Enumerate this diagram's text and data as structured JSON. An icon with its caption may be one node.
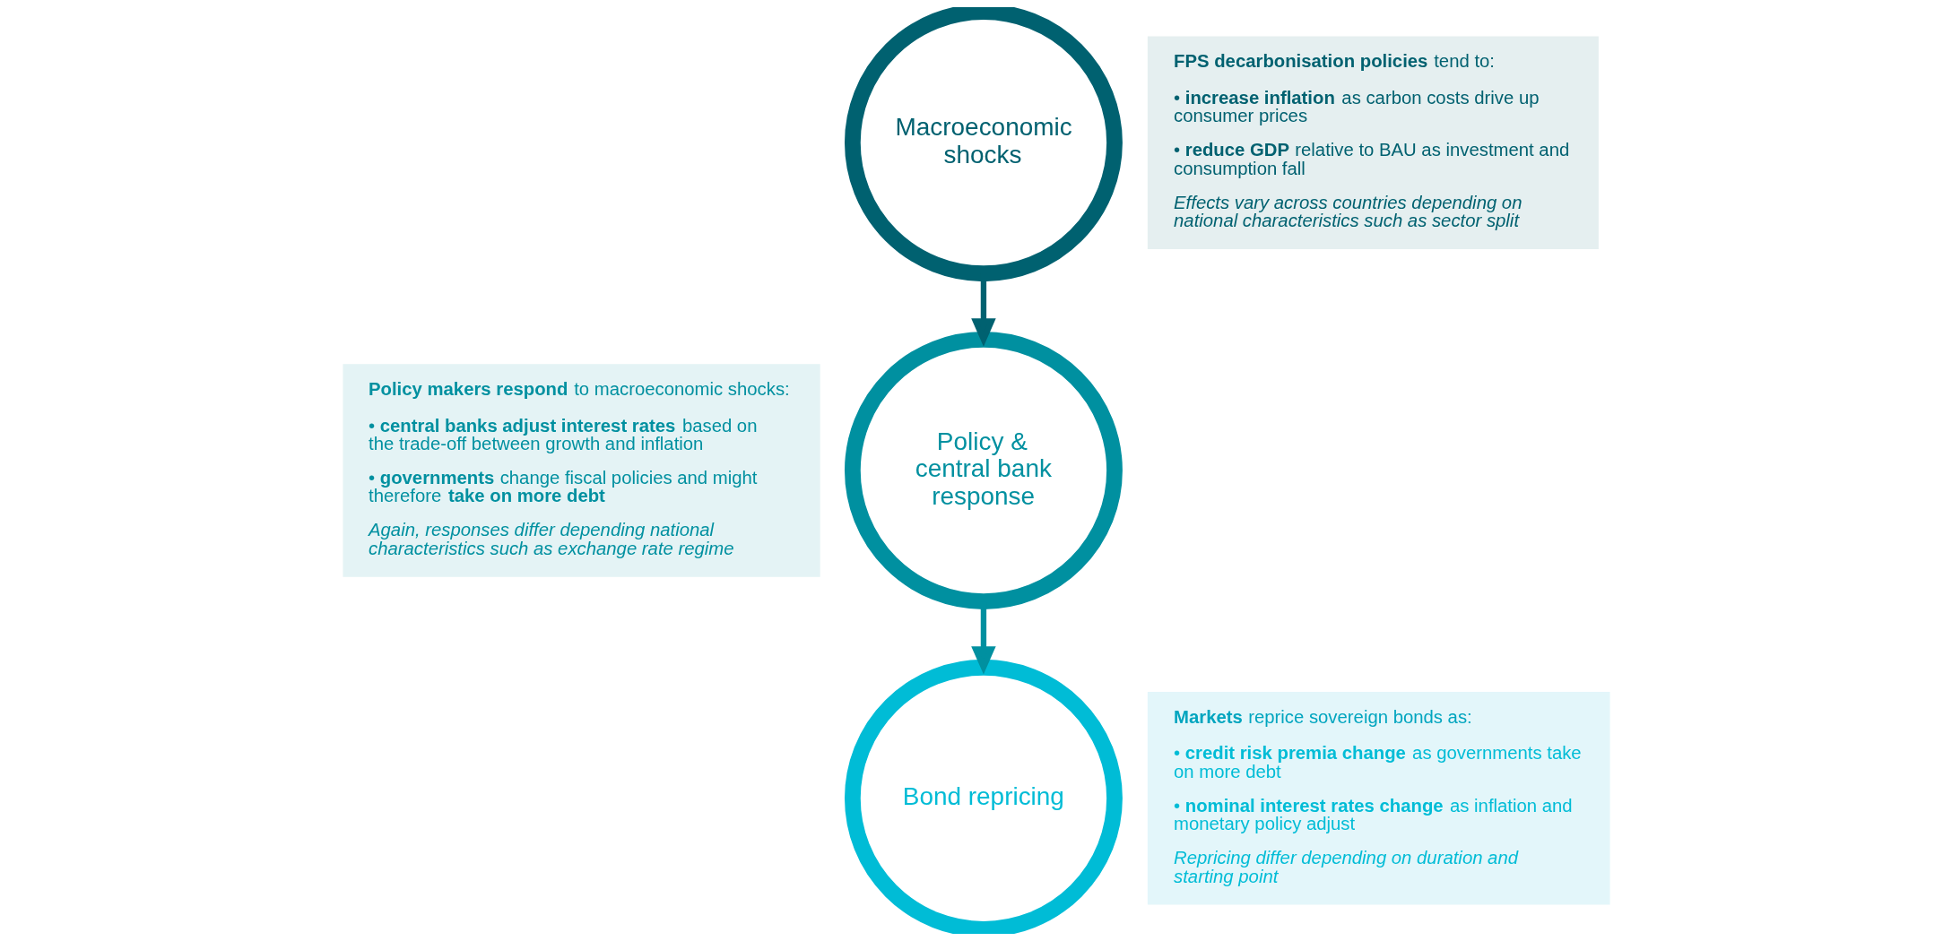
{
  "diagram": {
    "nodes": [
      {
        "text": [
          "Macroeconomic shocks"
        ]
      },
      {
        "text": [
          "**FPS decarbonisation policies** tend to:",
          "• **increase inflation** as carbon costs drive up consumer prices",
          "• **reduce GDP** relative to BAU as investment and consumption fall",
          "Effects vary across countries depending on national characteristics such as sector split"
        ]
      },
      {
        "text": [
          "**Policy makers respond** to macroeconomic shocks:",
          "• **central banks adjust interest rates** based on the trade-off between growth and inflation",
          "• **governments** change fiscal policies and might therefore **take on more debt**",
          "Again, responses differ depending national characteristics such as exchange rate regime"
        ]
      },
      {
        "text": [
          "Policy & central bank response"
        ]
      },
      {
        "text": [
          "Bond repricing"
        ]
      },
      {
        "text": [
          "**Markets** reprice sovereign bonds as:",
          "• **credit risk premia change** as governments take on more debt",
          "• **nominal interest rates change** as inflation and monetary policy adjust",
          "Repricing differ depending on duration and starting point"
        ]
      }
    ],
    "edges": [
      {
        "from": 0,
        "to": 3,
        "arrow": "to",
        "color": "#006170"
      },
      {
        "from": 3,
        "to": 4,
        "arrow": "to",
        "color": "#0090a0"
      }
    ]
  }
}
